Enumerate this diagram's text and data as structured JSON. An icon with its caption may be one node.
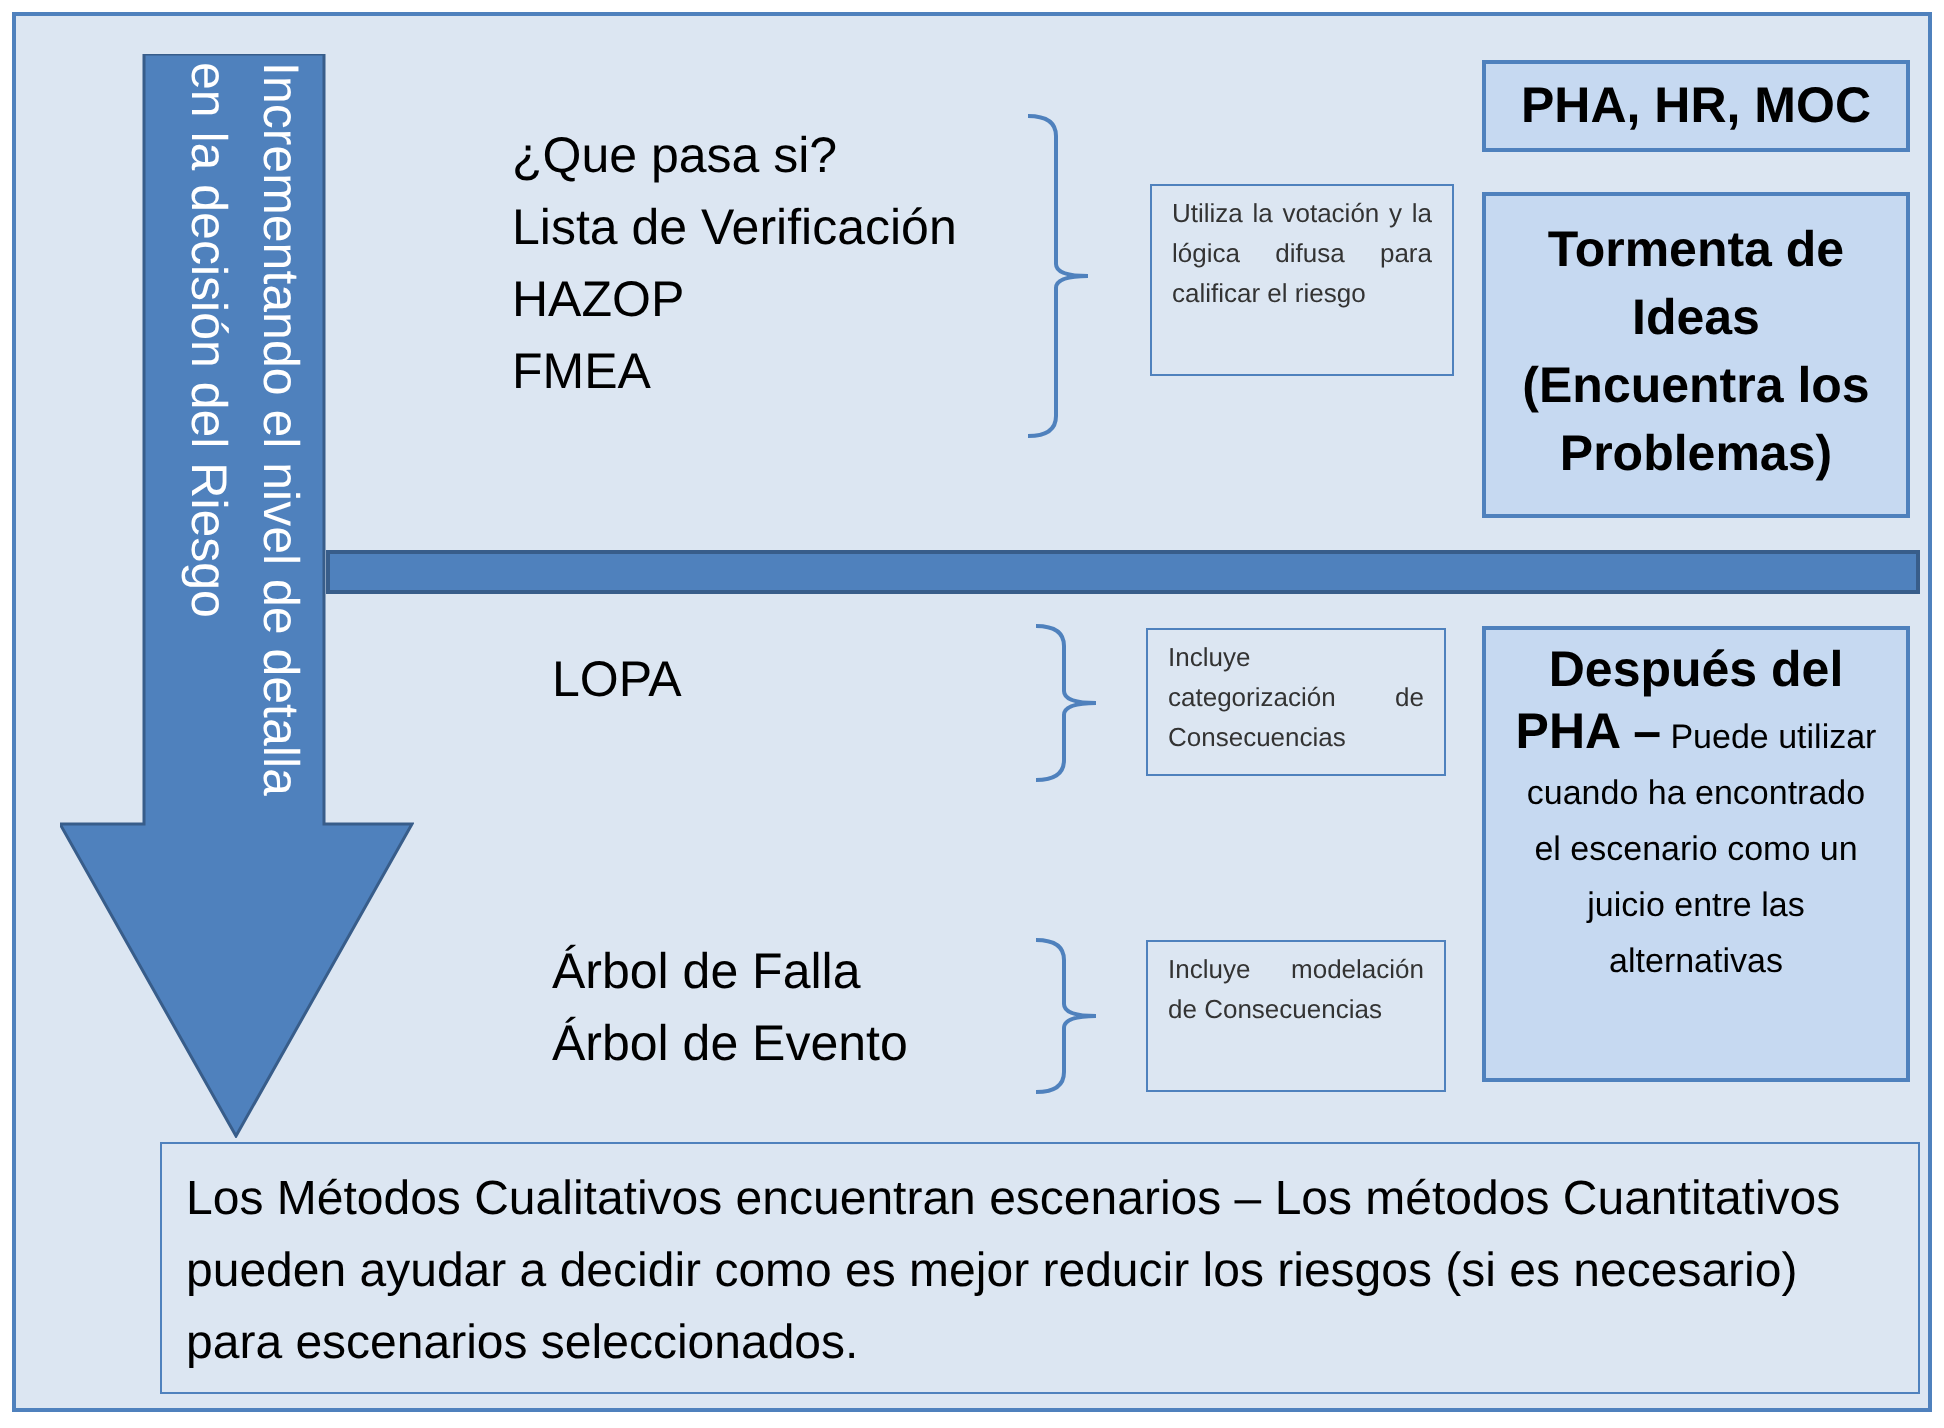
{
  "diagram": {
    "nodes": [
      {
        "text": [
          "Incrementando el nivel de detalla en la decisión del Riesgo"
        ]
      },
      {
        "text": [
          "PHA, HR, MOC"
        ]
      },
      {
        "text": [
          "Utiliza la votación y la lógica difusa para calificar el riesgo"
        ]
      },
      {
        "text": [
          "Tormenta de Ideas (Encuentra los Problemas)"
        ]
      },
      {
        "text": [],
        "shape": "bar"
      },
      {
        "text": [
          "Incluye categorización de Consecuencias"
        ]
      },
      {
        "text": [
          "**Después del PHA –** Puede utilizar cuando ha encontrado el escenario como un juicio entre las alternativas"
        ]
      },
      {
        "text": [
          "Incluye modelación de Consecuencias"
        ]
      },
      {
        "text": [
          "Los Métodos Cualitativos encuentran escenarios – Los métodos Cuantitativos pueden ayudar a decidir como es mejor reducir los riesgos (si es necesario) para escenarios seleccionados."
        ]
      }
    ],
    "labels": [
      "¿Que pasa si?",
      "Lista de Verificación",
      "HAZOP",
      "FMEA",
      "LOPA",
      "Árbol de Falla",
      "Árbol de Evento"
    ]
  }
}
